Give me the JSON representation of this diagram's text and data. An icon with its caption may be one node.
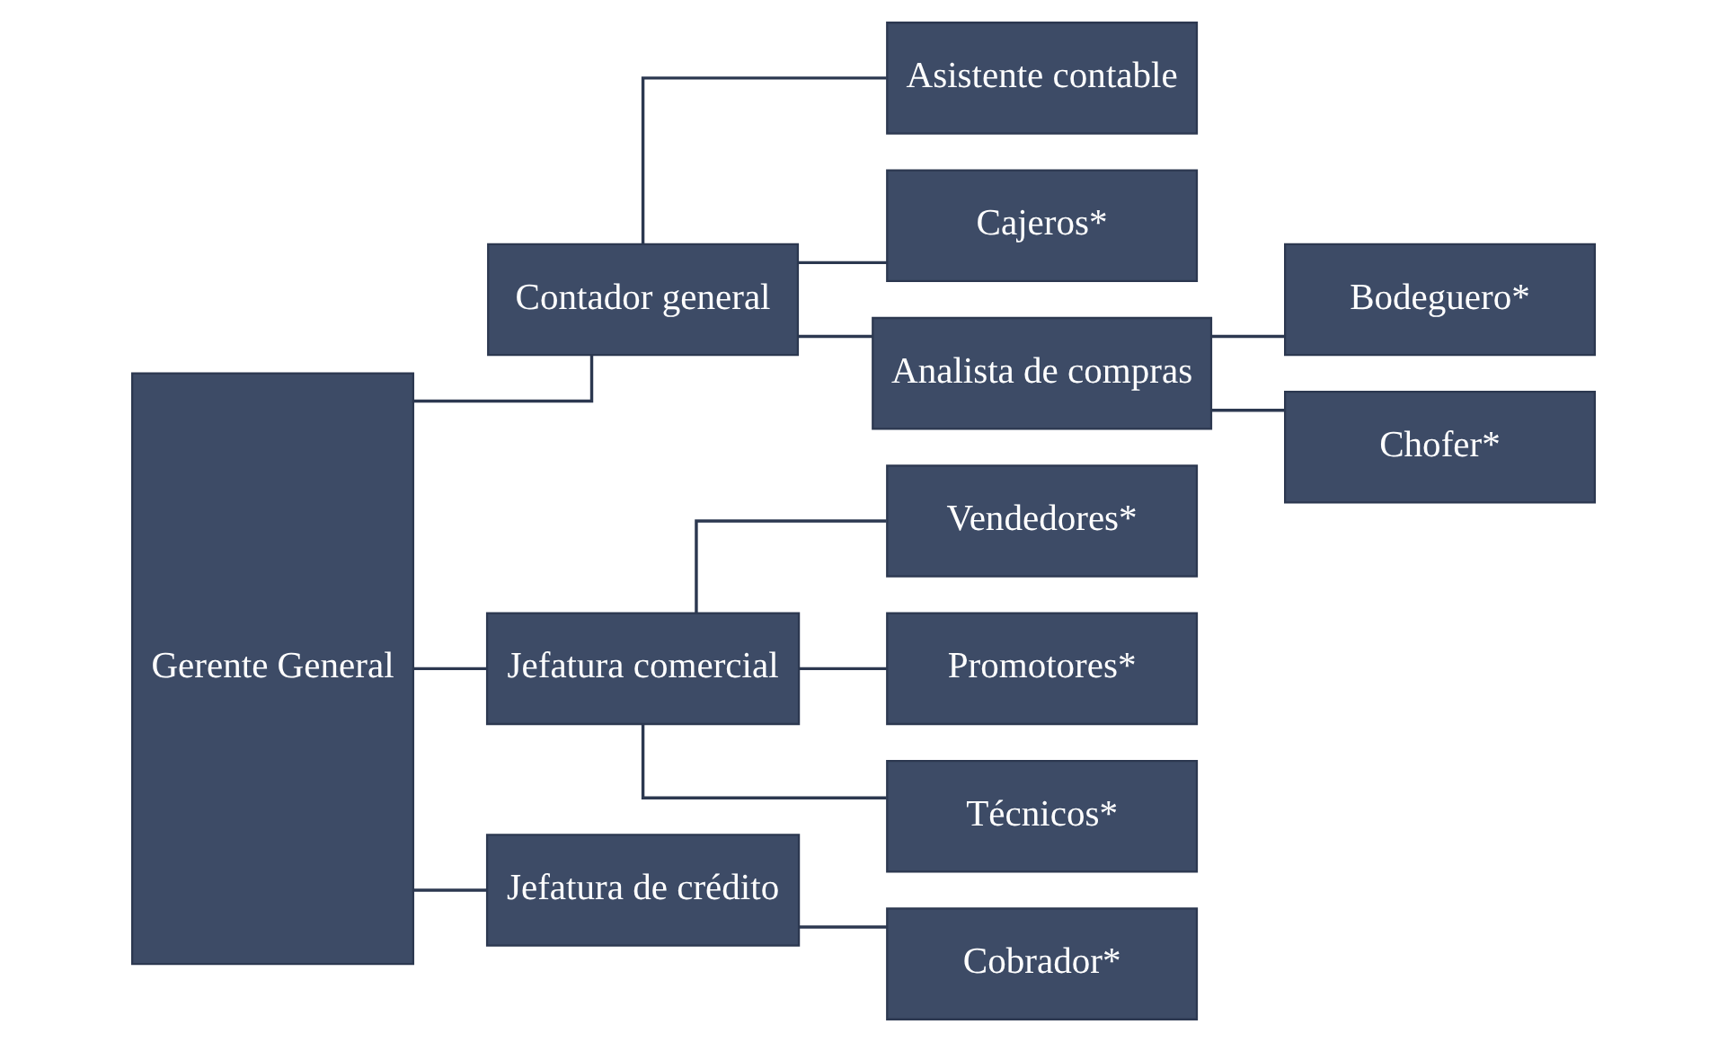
{
  "diagram": {
    "nodes": [
      {
        "text": [
          "Gerente General"
        ]
      },
      {
        "text": [
          "Contador general"
        ]
      },
      {
        "text": [
          "Asistente contable"
        ]
      },
      {
        "text": [
          "Cajeros*"
        ]
      },
      {
        "text": [
          "Analista de compras"
        ]
      },
      {
        "text": [
          "Bodeguero*"
        ]
      },
      {
        "text": [
          "Chofer*"
        ]
      },
      {
        "text": [
          "Jefatura comercial"
        ]
      },
      {
        "text": [
          "Vendedores*"
        ]
      },
      {
        "text": [
          "Promotores*"
        ]
      },
      {
        "text": [
          "Técnicos*"
        ]
      },
      {
        "text": [
          "Jefatura de crédito"
        ]
      },
      {
        "text": [
          "Cobrador*"
        ]
      }
    ],
    "edges": [
      {
        "from": 0,
        "to": 1,
        "arrow": "none"
      },
      {
        "from": 1,
        "to": 2,
        "arrow": "none"
      },
      {
        "from": 1,
        "to": 3,
        "arrow": "none"
      },
      {
        "from": 1,
        "to": 4,
        "arrow": "none"
      },
      {
        "from": 4,
        "to": 5,
        "arrow": "none"
      },
      {
        "from": 4,
        "to": 6,
        "arrow": "none"
      },
      {
        "from": 0,
        "to": 7,
        "arrow": "none"
      },
      {
        "from": 7,
        "to": 8,
        "arrow": "none"
      },
      {
        "from": 7,
        "to": 9,
        "arrow": "none"
      },
      {
        "from": 7,
        "to": 10,
        "arrow": "none"
      },
      {
        "from": 0,
        "to": 11,
        "arrow": "none"
      },
      {
        "from": 11,
        "to": 12,
        "arrow": "none"
      }
    ]
  }
}
